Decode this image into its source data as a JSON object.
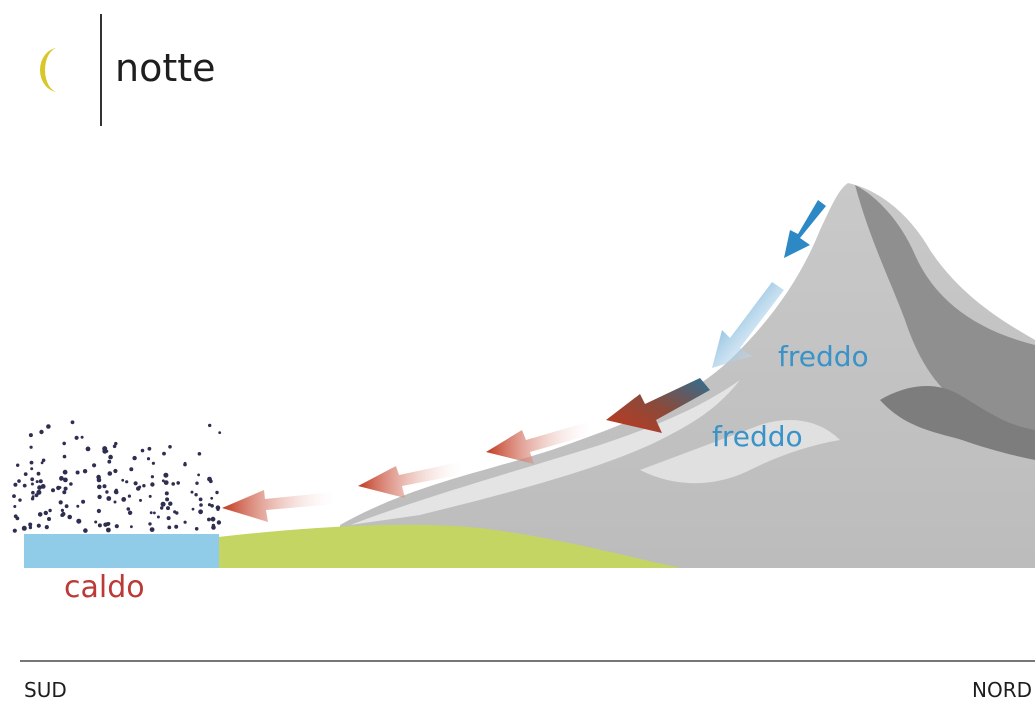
{
  "header": {
    "title": "notte",
    "icon": "moon-icon"
  },
  "labels": {
    "freddo_top": "freddo",
    "freddo_mid": "freddo",
    "caldo": "caldo"
  },
  "axis": {
    "left": "SUD",
    "right": "NORD"
  },
  "colors": {
    "moon": "#d9c629",
    "cold_text": "#3a93c8",
    "warm_text": "#bb3a37",
    "mountain_light": "#c8c8c8",
    "mountain_dark": "#8f8f8f",
    "lake": "#90cbe7",
    "meadow": "#c5d563",
    "cold_arrow": "#2d88c6",
    "warm_arrow": "#c1381f",
    "particles": "#2e2f50",
    "baseline": "#777777"
  }
}
